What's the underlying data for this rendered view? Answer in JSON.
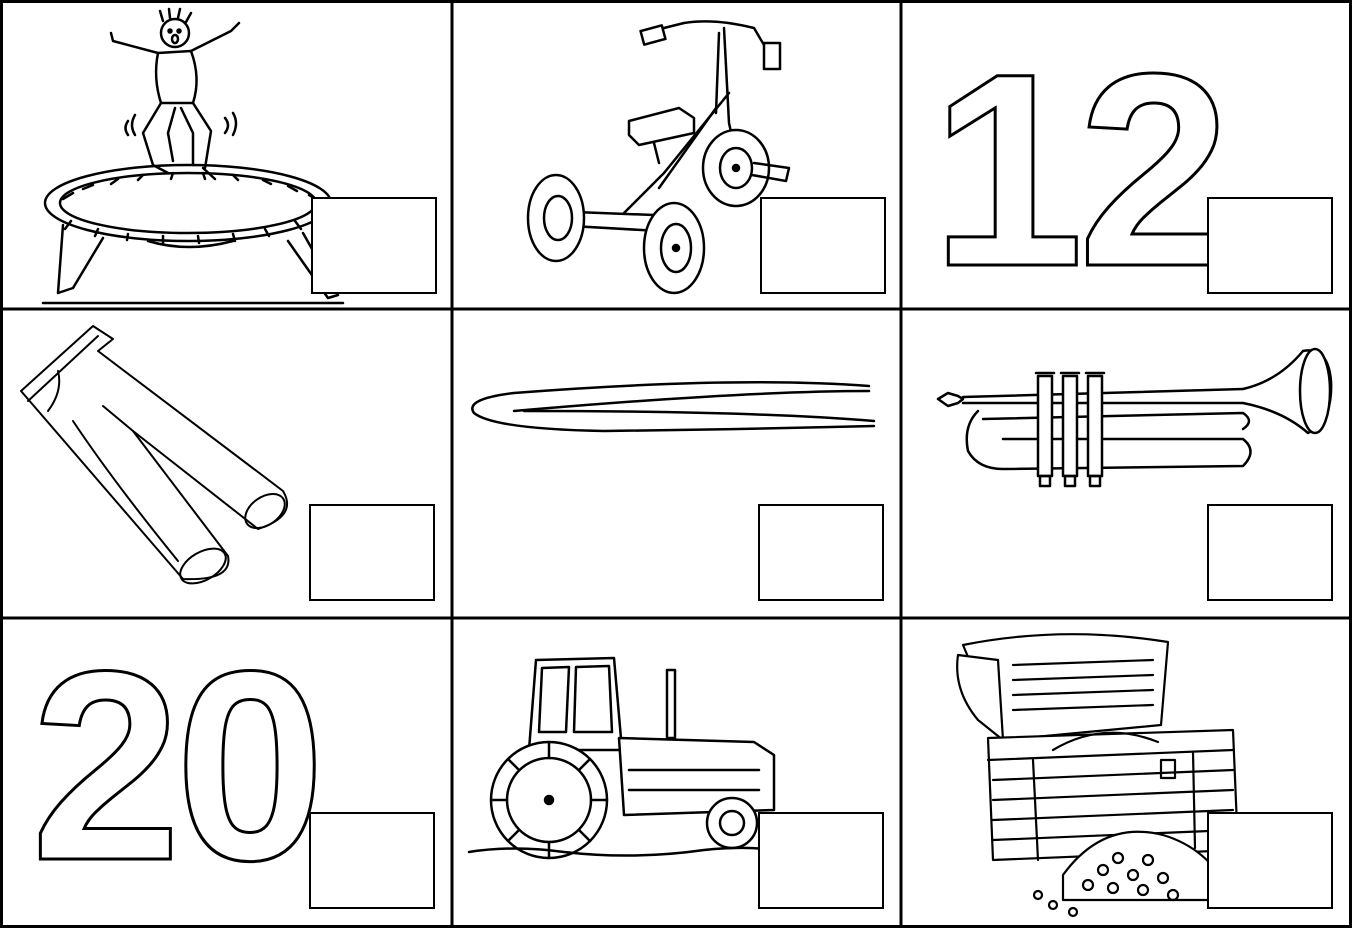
{
  "worksheet": {
    "cells": [
      {
        "picture": "trampoline-icon"
      },
      {
        "picture": "tricycle-icon"
      },
      {
        "picture": "number-12",
        "numeral": "12"
      },
      {
        "picture": "trousers-icon"
      },
      {
        "picture": "tweezers-icon"
      },
      {
        "picture": "trumpet-icon"
      },
      {
        "picture": "number-20",
        "numeral": "20"
      },
      {
        "picture": "tractor-icon"
      },
      {
        "picture": "treasure-chest-icon"
      }
    ],
    "line_color": "#000000",
    "background_color": "#ffffff"
  }
}
